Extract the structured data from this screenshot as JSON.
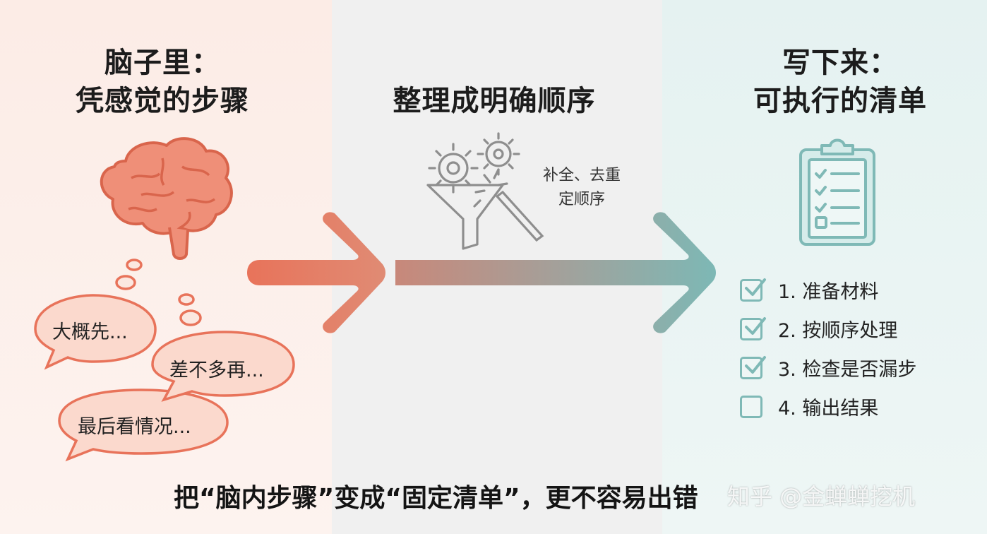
{
  "left": {
    "title_line1": "脑子里：",
    "title_line2": "凭感觉的步骤",
    "bubbles": [
      "大概先...",
      "差不多再...",
      "最后看情况..."
    ]
  },
  "middle": {
    "title": "整理成明确顺序",
    "note_line1": "补全、去重",
    "note_line2": "定顺序"
  },
  "right": {
    "title_line1": "写下来：",
    "title_line2": "可执行的清单",
    "checklist": [
      {
        "text": "1. 准备材料",
        "checked": true
      },
      {
        "text": "2. 按顺序处理",
        "checked": true
      },
      {
        "text": "3. 检查是否漏步",
        "checked": true
      },
      {
        "text": "4. 输出结果",
        "checked": false
      }
    ]
  },
  "footer": "把“脑内步骤”变成“固定清单”，更不容易出错",
  "watermark": "知乎 @金蝉蝉挖机",
  "colors": {
    "coral": "#e8735a",
    "teal": "#7fb9b6",
    "grey": "#8e8e8e"
  },
  "icons": [
    "brain-icon",
    "gears-funnel-icon",
    "magic-wand-icon",
    "clipboard-checklist-icon",
    "checkmark-icon"
  ]
}
